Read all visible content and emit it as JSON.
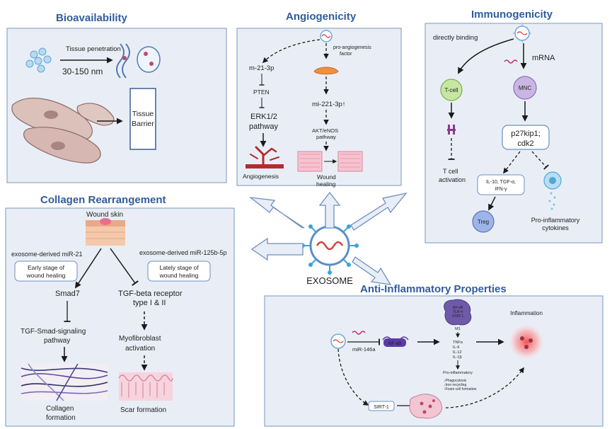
{
  "center": {
    "label": "EXOSOME"
  },
  "bioavailability": {
    "title": "Bioavailability",
    "tissue_penetration": "Tissue penetration",
    "size_range": "30-150 nm",
    "tissue_barrier_line1": "Tissue",
    "tissue_barrier_line2": "Barrier"
  },
  "angiogenicity": {
    "title": "Angiogenicity",
    "pro_factor_line1": "pro-angiogenesis",
    "pro_factor_line2": "factor",
    "mir_21_3p": "m-21-3p",
    "pten": "PTEN",
    "erk_line1": "ERK1/2",
    "erk_line2": "pathway",
    "angiogenesis": "Angiogenesis",
    "mir_221": "mi-221-3p↑",
    "akt_line1": "AKT/eNOS",
    "akt_line2": "pathway",
    "wound_line1": "Wound",
    "wound_line2": "healing"
  },
  "immunogenicity": {
    "title": "Immunogenicity",
    "directly_binding": "directly binding",
    "mrna": "mRNA",
    "tcell": "T-cell",
    "mnc": "MNC",
    "p27_line1": "p27kip1;",
    "p27_line2": "cdk2",
    "tcell_act_line1": "T cell",
    "tcell_act_line2": "activation",
    "cytokines_line1": "IL-10, TGF-α,",
    "cytokines_line2": "IFN-γ",
    "treg": "Treg",
    "proinf_line1": "Pro-inflammatory",
    "proinf_line2": "cytokines"
  },
  "collagen": {
    "title": "Collagen Rearrangement",
    "wound_skin": "Wound skin",
    "mir21": "exosome-derived miR-21",
    "mir125": "exosome-derived miR-125b-5p",
    "early_line1": "Early stage of",
    "early_line2": "wound healing",
    "lately_line1": "Lately stage of",
    "lately_line2": "wound healing",
    "smad7": "Smad7",
    "tgfr_line1": "TGF-beta receptor",
    "tgfr_line2": "type I & II",
    "tgf_smad_line1": "TGF-Smad-signaling",
    "tgf_smad_line2": "pathway",
    "myo_line1": "Myofibroblast",
    "myo_line2": "activation",
    "collagen_line1": "Collagen",
    "collagen_line2": "formation",
    "scar": "Scar formation"
  },
  "antiinflammatory": {
    "title": "Anti-Inflammatory Properties",
    "mir146a": "miR-146a",
    "nfkb": "NF-κB",
    "m1_line1": "NF-κB",
    "m1_line2": "TLR-4",
    "m1_line3": "STAT-1",
    "m1": "M1",
    "tnf": "TNFα",
    "il6": "IL-6",
    "il12": "IL-12",
    "il1b": "IL-1β",
    "pro_inflammatory": "Pro-inflammatory",
    "phago": "↓Phagocytosis",
    "iron": "↓Iron recycling",
    "foam": "↑Foam cell formation",
    "inflammation": "Inflammation",
    "sirt1": "SIRT-1"
  }
}
